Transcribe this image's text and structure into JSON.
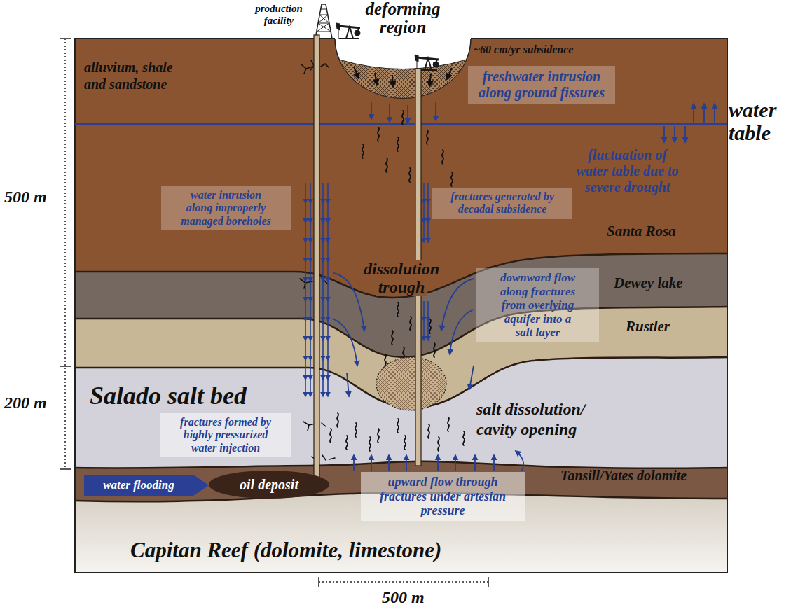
{
  "diagram": {
    "nodes": [
      {
        "text": [
          "freshwater intrusion along ground fissures"
        ]
      },
      {
        "text": [
          "water intrusion along improperly managed boreholes"
        ]
      },
      {
        "text": [
          "fractures generated by decadal subsidence"
        ]
      },
      {
        "text": [
          "downward flow along fractures from overlying aquifer into a salt layer"
        ]
      },
      {
        "text": [
          "fractures formed by highly pressurized water injection"
        ]
      },
      {
        "text": [
          "water flooding"
        ]
      },
      {
        "text": [
          "oil deposit"
        ]
      },
      {
        "text": [
          "upward flow through fractures under artesian pressure"
        ]
      }
    ],
    "labels": [
      "production facility",
      "deforming region",
      "~60 cm/yr subsidence",
      "alluvium, shale and sandstone",
      "water table",
      "fluctuation of water table due to severe drought",
      "500 m",
      "Santa Rosa",
      "dissolution trough",
      "Dewey lake",
      "Rustler",
      "200 m",
      "Salado salt bed",
      "salt dissolution/ cavity opening",
      "Tansill/Yates dolomite",
      "Capitan Reef (dolomite, limestone)",
      "500 m"
    ]
  }
}
